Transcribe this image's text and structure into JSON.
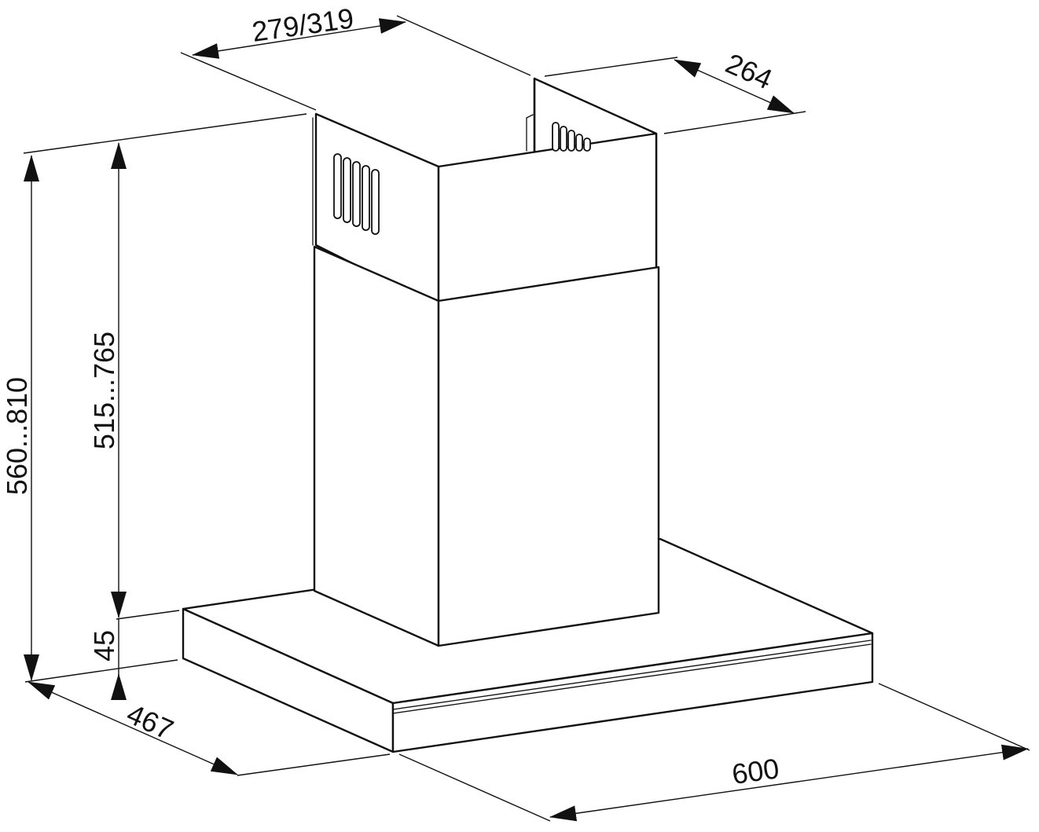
{
  "dimensions": {
    "chimney_width": "279/319",
    "chimney_depth": "264",
    "total_height": "560...810",
    "chimney_height": "515...765",
    "canopy_height": "45",
    "canopy_depth": "467",
    "canopy_width": "600"
  },
  "colors": {
    "line": "#111111",
    "background": "#ffffff"
  }
}
